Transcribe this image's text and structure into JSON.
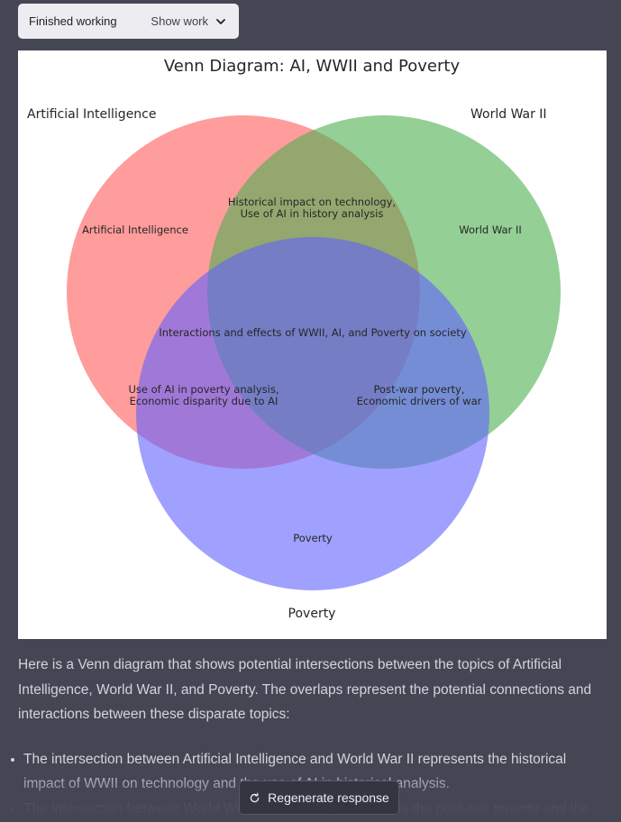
{
  "status": {
    "label": "Finished working",
    "toggle_label": "Show work",
    "toggle_icon": "chevron-down-icon"
  },
  "figure": {
    "title": "Venn Diagram: AI, WWII and Poverty",
    "set_labels": {
      "ai": "Artificial Intelligence",
      "wwii": "World War II",
      "poverty": "Poverty"
    },
    "region_labels": {
      "ai_only": "Artificial Intelligence",
      "wwii_only": "World War II",
      "poverty_only": "Poverty",
      "ai_wwii_line1": "Historical impact on technology,",
      "ai_wwii_line2": "Use of AI in history analysis",
      "ai_poverty_line1": "Use of AI in poverty analysis,",
      "ai_poverty_line2": "Economic disparity due to AI",
      "wwii_poverty_line1": "Post-war poverty,",
      "wwii_poverty_line2": "Economic drivers of war",
      "all_three": "Interactions and effects of WWII, AI, and Poverty on society"
    },
    "colors": {
      "ai": "#ff5a5a",
      "wwii": "#4caf50",
      "poverty": "#6060ff"
    }
  },
  "answer": {
    "intro": "Here is a Venn diagram that shows potential intersections between the topics of Artificial Intelligence, World War II, and Poverty. The overlaps represent the potential connections and interactions between these disparate topics:",
    "bullets": [
      "The intersection between Artificial Intelligence and World War II represents the historical impact of WWII on technology and the use of AI in historical analysis.",
      "The intersection between World War II and Poverty represents the post-war poverty and the"
    ]
  },
  "regenerate": {
    "label": "Regenerate response",
    "icon": "refresh-icon"
  }
}
